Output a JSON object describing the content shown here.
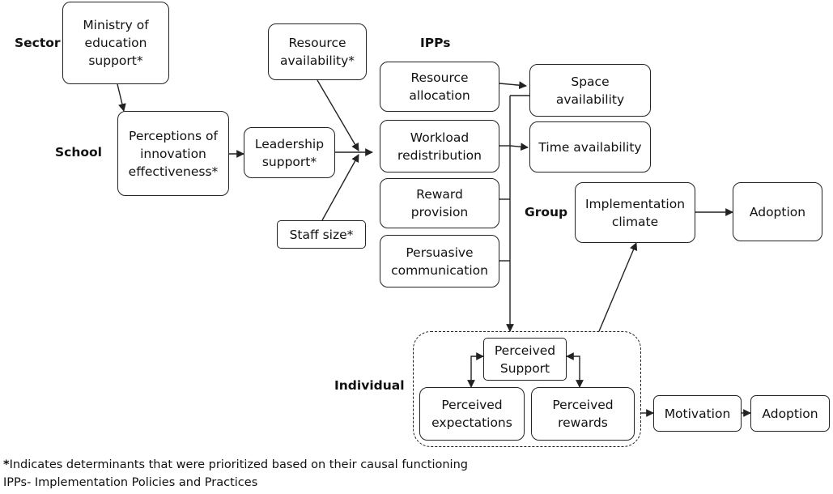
{
  "levels": {
    "sector": "Sector",
    "school": "School",
    "ipps": "IPPs",
    "group": "Group",
    "individual": "Individual"
  },
  "nodes": {
    "ministry": "Ministry of\neducation\nsupport*",
    "perceptions": "Perceptions of\ninnovation\neffectiveness*",
    "leadership": "Leadership\nsupport*",
    "resource_availability": "Resource\navailability*",
    "staff_size": "Staff size*",
    "resource_allocation": "Resource\nallocation",
    "workload": "Workload\nredistribution",
    "reward_provision": "Reward\nprovision",
    "persuasive": "Persuasive\ncommunication",
    "space": "Space\navailability",
    "time": "Time availability",
    "climate": "Implementation\nclimate",
    "adoption_group": "Adoption",
    "perceived_support": "Perceived\nSupport",
    "perceived_expectations": "Perceived\nexpectations",
    "perceived_rewards": "Perceived\nrewards",
    "motivation": "Motivation",
    "adoption_individual": "Adoption"
  },
  "footnotes": {
    "star": "*",
    "prioritized": "Indicates determinants that were prioritized based on their causal functioning",
    "ipps_def": "IPPs- Implementation Policies and Practices"
  }
}
